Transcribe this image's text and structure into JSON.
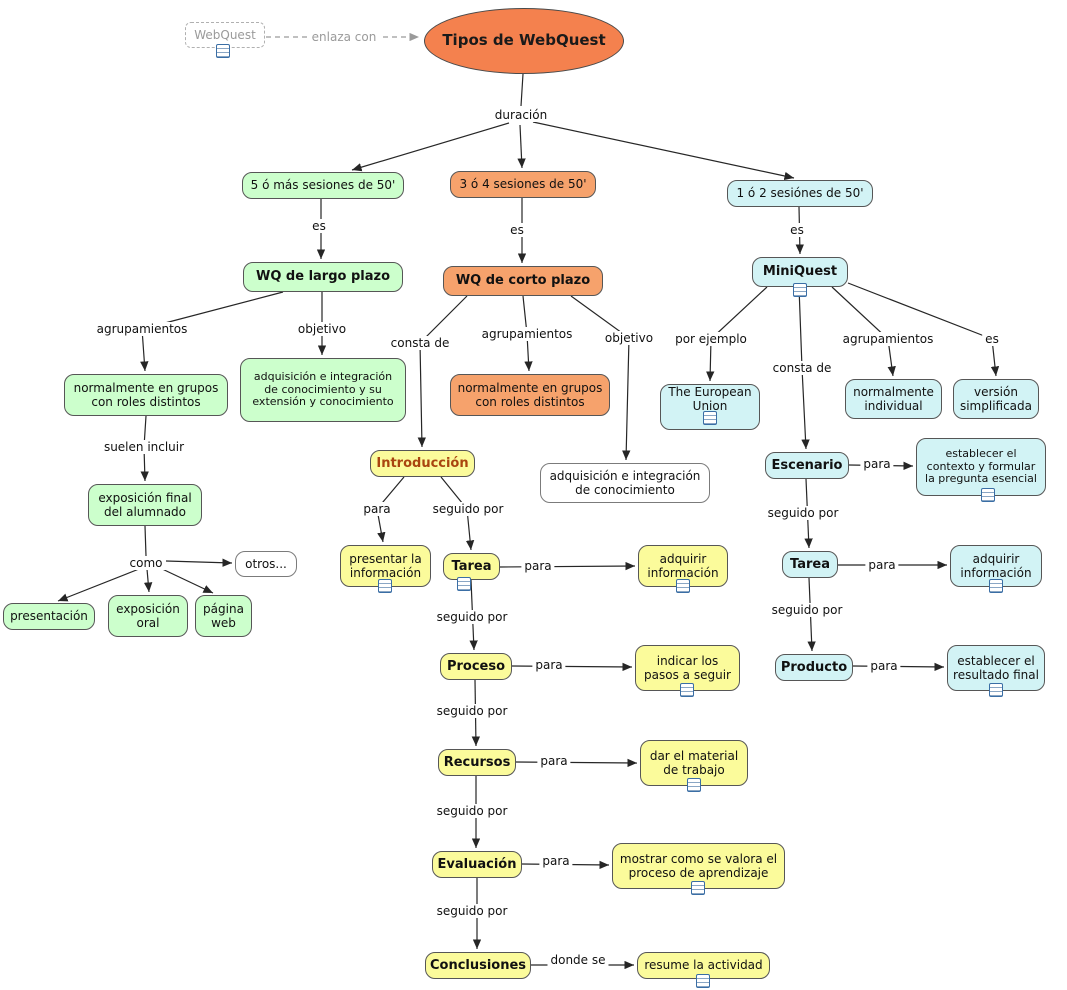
{
  "colors": {
    "root_fill": "#f4814e",
    "green_fill": "#ccffcc",
    "orange_fill": "#f6a26c",
    "cyan_fill": "#d2f3f5",
    "yellow_fill": "#fbfb9b",
    "intro_text": "#a9450f",
    "external_text": "#9a9a9a"
  },
  "icons": {
    "resource": "document-icon"
  },
  "root": {
    "label": "Tipos de WebQuest"
  },
  "external": {
    "label": "WebQuest"
  },
  "linking": {
    "enlaza_con": "enlaza con",
    "duracion": "duración",
    "es": "es",
    "agrupamientos": "agrupamientos",
    "objetivo": "objetivo",
    "consta_de": "consta de",
    "por_ejemplo": "por ejemplo",
    "suelen_incluir": "suelen incluir",
    "como": "como",
    "para": "para",
    "seguido_por": "seguido por",
    "donde_se": "donde se"
  },
  "nodes": {
    "ses_largo": "5 ó más sesiones de 50'",
    "ses_corto": "3 ó 4 sesiones de 50'",
    "ses_mini": "1 ó 2 sesiónes de 50'",
    "wq_largo": "WQ de largo plazo",
    "wq_corto": "WQ de corto plazo",
    "miniquest": "MiniQuest",
    "grupos_roles_largo": "normalmente en grupos con roles distintos",
    "adquisicion_extension": "adquisición e integración de conocimiento y su extensión y conocimiento",
    "grupos_roles_corto": "normalmente en grupos con roles distintos",
    "european_union": "The European Union",
    "normalmente_individual": "normalmente individual",
    "version_simplificada": "versión simplificada",
    "exposicion_final": "exposición final del alumnado",
    "otros": "otros...",
    "presentacion": "presentación",
    "exposicion_oral": "exposición oral",
    "pagina_web": "página web",
    "introduccion": "Introducción",
    "adquisicion_conocimiento": "adquisición e integración de conocimiento",
    "presentar_informacion": "presentar la información",
    "tarea": "Tarea",
    "adquirir_informacion": "adquirir información",
    "proceso": "Proceso",
    "indicar_pasos": "indicar los pasos a seguir",
    "recursos": "Recursos",
    "dar_material": "dar el material de trabajo",
    "evaluacion": "Evaluación",
    "mostrar_valoracion": "mostrar como se valora el proceso de aprendizaje",
    "conclusiones": "Conclusiones",
    "resume_actividad": "resume la actividad",
    "escenario": "Escenario",
    "establecer_contexto": "establecer el contexto y formular la pregunta esencial",
    "tarea_mini": "Tarea",
    "adquirir_informacion_mini": "adquirir información",
    "producto": "Producto",
    "establecer_resultado": "establecer el resultado final"
  }
}
